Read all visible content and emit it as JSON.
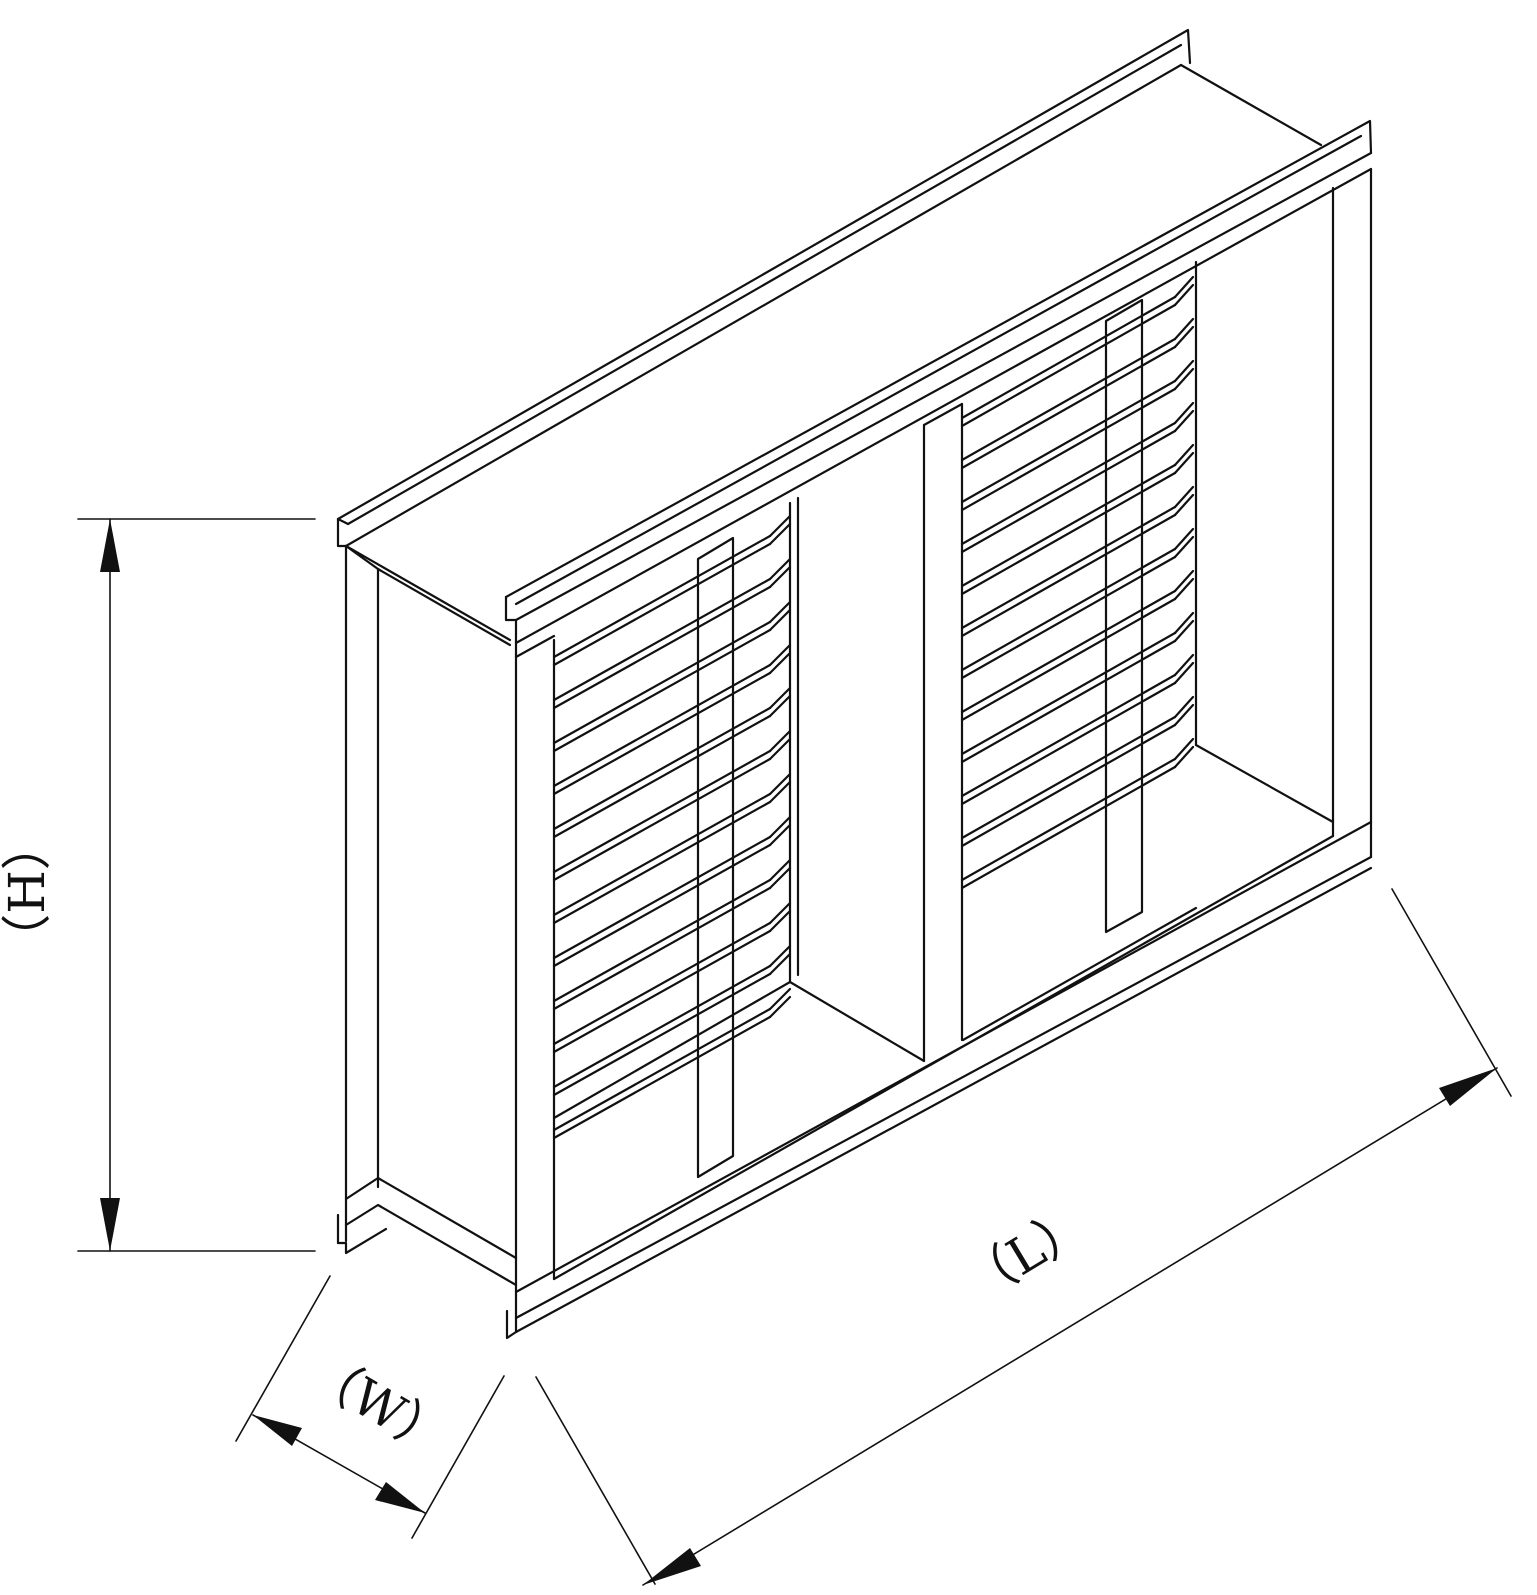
{
  "dimensions": {
    "height_label": "（H）",
    "length_label": "（L）",
    "width_label": "（W）"
  },
  "style": {
    "line_color": "#111111",
    "background": "#ffffff"
  }
}
